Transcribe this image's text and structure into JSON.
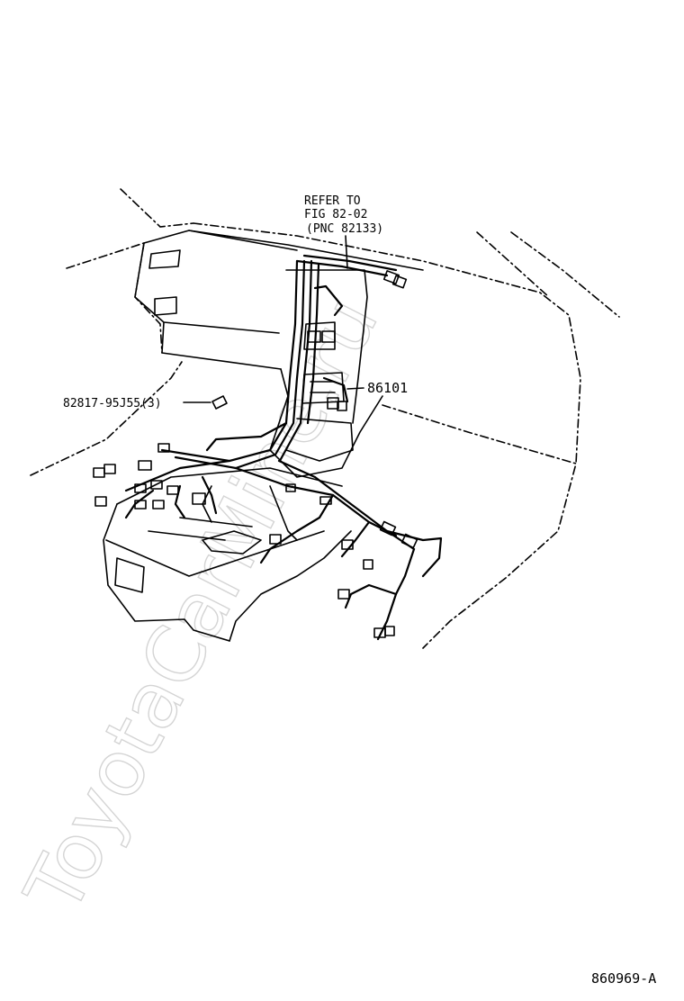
{
  "watermark": "ToyotaCarMine.ru",
  "callouts": {
    "refer_line1": "REFER TO",
    "refer_line2": "FIG 82-02",
    "refer_line3": "(PNC 82133)",
    "part_main": "86101",
    "part_clip": "82817-95J55(3)"
  },
  "figure_code": "860969-A"
}
